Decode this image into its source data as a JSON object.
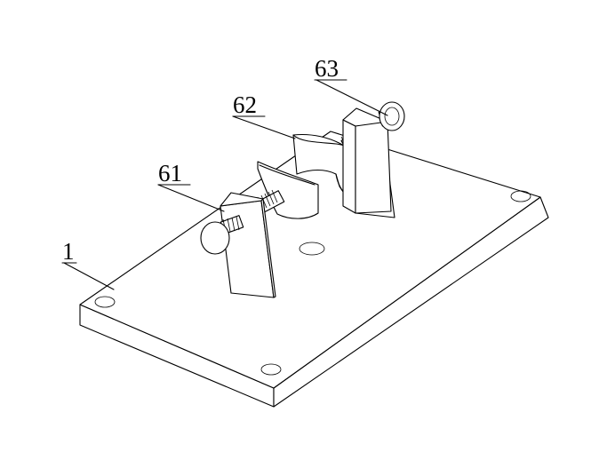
{
  "labels": {
    "base_plate": "1",
    "left_clamp": "61",
    "pipe_clamp": "62",
    "right_clamp": "63"
  },
  "colors": {
    "line": "#000000",
    "background": "#ffffff"
  }
}
